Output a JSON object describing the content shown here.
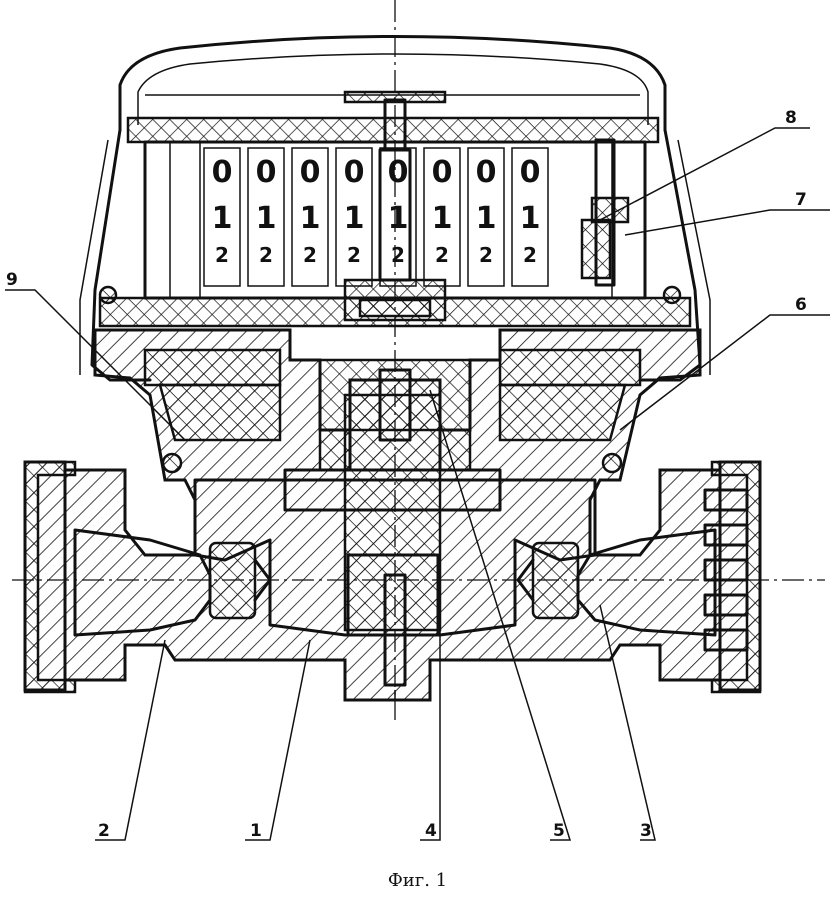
{
  "figure": {
    "caption": "Фиг. 1",
    "callouts": [
      {
        "id": "1",
        "text": "1"
      },
      {
        "id": "2",
        "text": "2"
      },
      {
        "id": "3",
        "text": "3"
      },
      {
        "id": "4",
        "text": "4"
      },
      {
        "id": "5",
        "text": "5"
      },
      {
        "id": "6",
        "text": "6"
      },
      {
        "id": "7",
        "text": "7"
      },
      {
        "id": "8",
        "text": "8"
      },
      {
        "id": "9",
        "text": "9"
      }
    ],
    "counter_rows": [
      {
        "digit": "0"
      },
      {
        "digit": "1"
      },
      {
        "digit": "2"
      }
    ],
    "counter_wheel_count": 8
  }
}
